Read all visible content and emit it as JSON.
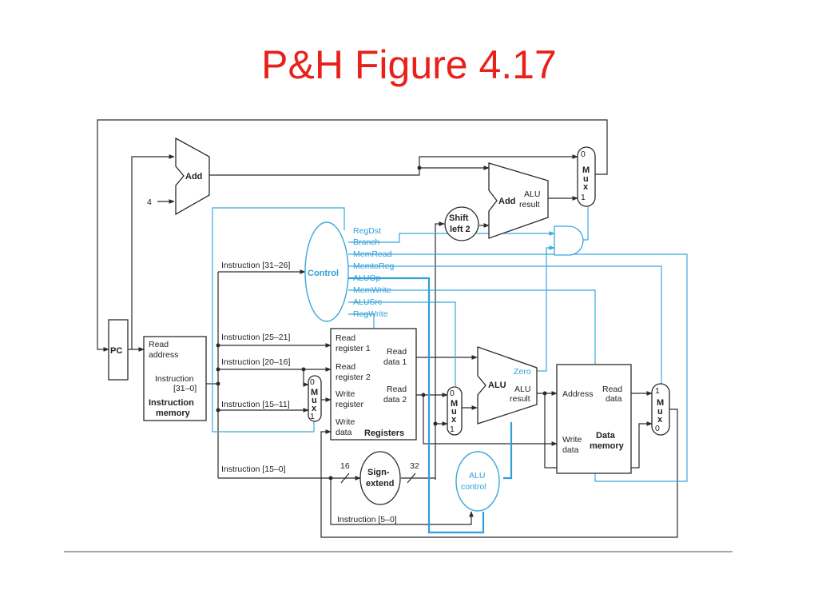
{
  "slide": {
    "title": "P&H Figure 4.17"
  },
  "diagram": {
    "pc": "PC",
    "add_top": "Add",
    "four": "4",
    "add_branch": "Add",
    "alu_result": [
      "ALU",
      "result"
    ],
    "shift": [
      "Shift",
      "left 2"
    ],
    "control": "Control",
    "control_signals": [
      "RegDst",
      "Branch",
      "MemRead",
      "MemtoReg",
      "ALUOp",
      "MemWrite",
      "ALUSrc",
      "RegWrite"
    ],
    "instr_mem": {
      "read_address": [
        "Read",
        "address"
      ],
      "instruction": [
        "Instruction",
        "[31–0]"
      ],
      "name": [
        "Instruction",
        "memory"
      ]
    },
    "instr_fields": [
      "Instruction [31–26]",
      "Instruction [25–21]",
      "Instruction [20–16]",
      "Instruction [15–11]",
      "Instruction [15–0]",
      "Instruction [5–0]"
    ],
    "registers": {
      "read_reg1": [
        "Read",
        "register 1"
      ],
      "read_reg2": [
        "Read",
        "register 2"
      ],
      "write_reg": [
        "Write",
        "register"
      ],
      "write_data": [
        "Write",
        "data"
      ],
      "read_data1": [
        "Read",
        "data 1"
      ],
      "read_data2": [
        "Read",
        "data 2"
      ],
      "name": "Registers"
    },
    "mux_letters": [
      "M",
      "u",
      "x"
    ],
    "mux_0": "0",
    "mux_1": "1",
    "alu": "ALU",
    "zero": "Zero",
    "sign_extend": [
      "Sign-",
      "extend"
    ],
    "bits_16": "16",
    "bits_32": "32",
    "alu_control": [
      "ALU",
      "control"
    ],
    "data_mem": {
      "address": "Address",
      "read_data": [
        "Read",
        "data"
      ],
      "write_data": [
        "Write",
        "data"
      ],
      "name": [
        "Data",
        "memory"
      ]
    }
  },
  "colors": {
    "title": "#e8211b",
    "control_lines": "#3aa8dc",
    "datapath": "#2b2b2b"
  }
}
